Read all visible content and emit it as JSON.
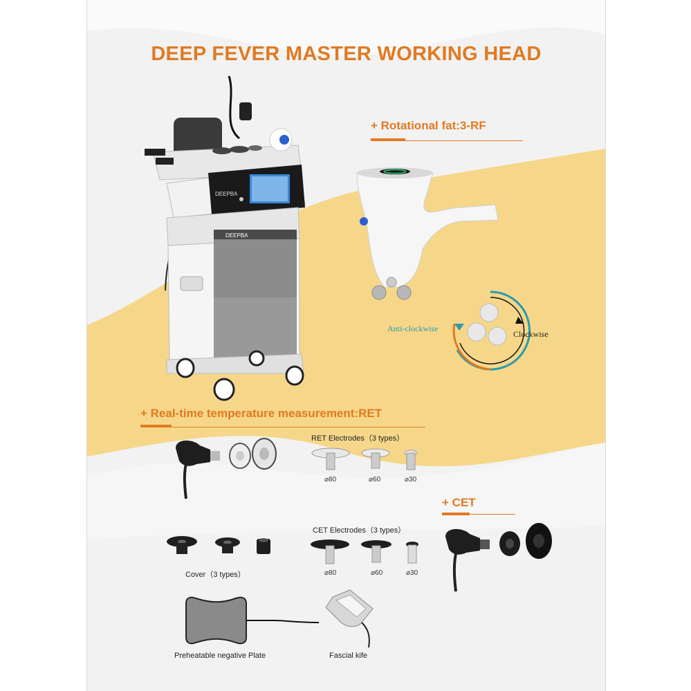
{
  "title": "DEEP FEVER MASTER WORKING HEAD",
  "sections": {
    "rotational": "+ Rotational fat:3-RF",
    "ret": "+ Real-time temperature measurement:RET",
    "cet": "+ CET"
  },
  "machine": {
    "brand": "DEEPBA"
  },
  "rotation": {
    "anticlockwise": "Anti-clockwise",
    "clockwise": "Clockwise"
  },
  "ret_electrodes": {
    "label": "RET Electrodes（3 types）",
    "sizes": [
      "⌀80",
      "⌀60",
      "⌀30"
    ]
  },
  "cet_electrodes": {
    "label": "CET  Electrodes（3 types）",
    "sizes": [
      "⌀80",
      "⌀60",
      "⌀30"
    ]
  },
  "cover": {
    "label": "Cover（3 types）"
  },
  "plate": {
    "label": "Preheatable negative Plate"
  },
  "fascial": {
    "label": "Fascial kife"
  },
  "colors": {
    "accent": "#e07a22",
    "band": "#f6d78a",
    "teal": "#2a9ab0"
  }
}
